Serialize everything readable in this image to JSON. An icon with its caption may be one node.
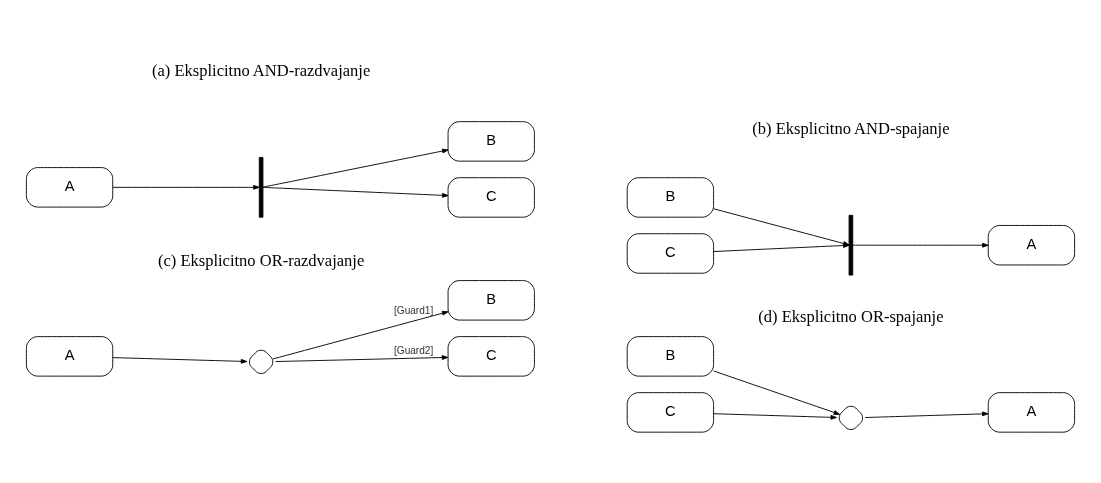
{
  "diagram": {
    "nodes": [
      {
        "text": [
          "A"
        ]
      },
      {
        "text": [],
        "shape": "bar"
      },
      {
        "text": [
          "B"
        ]
      },
      {
        "text": [
          "C"
        ]
      },
      {
        "text": [
          "B"
        ]
      },
      {
        "text": [
          "C"
        ]
      },
      {
        "text": [],
        "shape": "bar"
      },
      {
        "text": [
          "A"
        ]
      },
      {
        "text": [
          "A"
        ]
      },
      {
        "text": [],
        "shape": "diamond"
      },
      {
        "text": [
          "B"
        ]
      },
      {
        "text": [
          "C"
        ]
      },
      {
        "text": [
          "B"
        ]
      },
      {
        "text": [
          "C"
        ]
      },
      {
        "text": [],
        "shape": "diamond"
      },
      {
        "text": [
          "A"
        ]
      }
    ],
    "edges": [
      {
        "from": 0,
        "to": 1,
        "arrow": "to"
      },
      {
        "from": 1,
        "to": 2,
        "arrow": "to"
      },
      {
        "from": 1,
        "to": 3,
        "arrow": "to"
      },
      {
        "from": 4,
        "to": 6,
        "arrow": "to"
      },
      {
        "from": 5,
        "to": 6,
        "arrow": "to"
      },
      {
        "from": 6,
        "to": 7,
        "arrow": "to"
      },
      {
        "from": 8,
        "to": 9,
        "arrow": "to"
      },
      {
        "from": 9,
        "to": 10,
        "label": "[Guard1]",
        "arrow": "to"
      },
      {
        "from": 9,
        "to": 11,
        "label": "[Guard2]",
        "arrow": "to"
      },
      {
        "from": 12,
        "to": 14,
        "arrow": "to"
      },
      {
        "from": 13,
        "to": 14,
        "arrow": "to"
      },
      {
        "from": 14,
        "to": 15,
        "arrow": "to"
      }
    ],
    "labels": [
      "(a) Eksplicitno AND-razdvajanje",
      "(b) Eksplicitno AND-spajanje",
      "(c) Eksplicitno OR-razdvajanje",
      "(d) Eksplicitno OR-spajanje"
    ]
  }
}
